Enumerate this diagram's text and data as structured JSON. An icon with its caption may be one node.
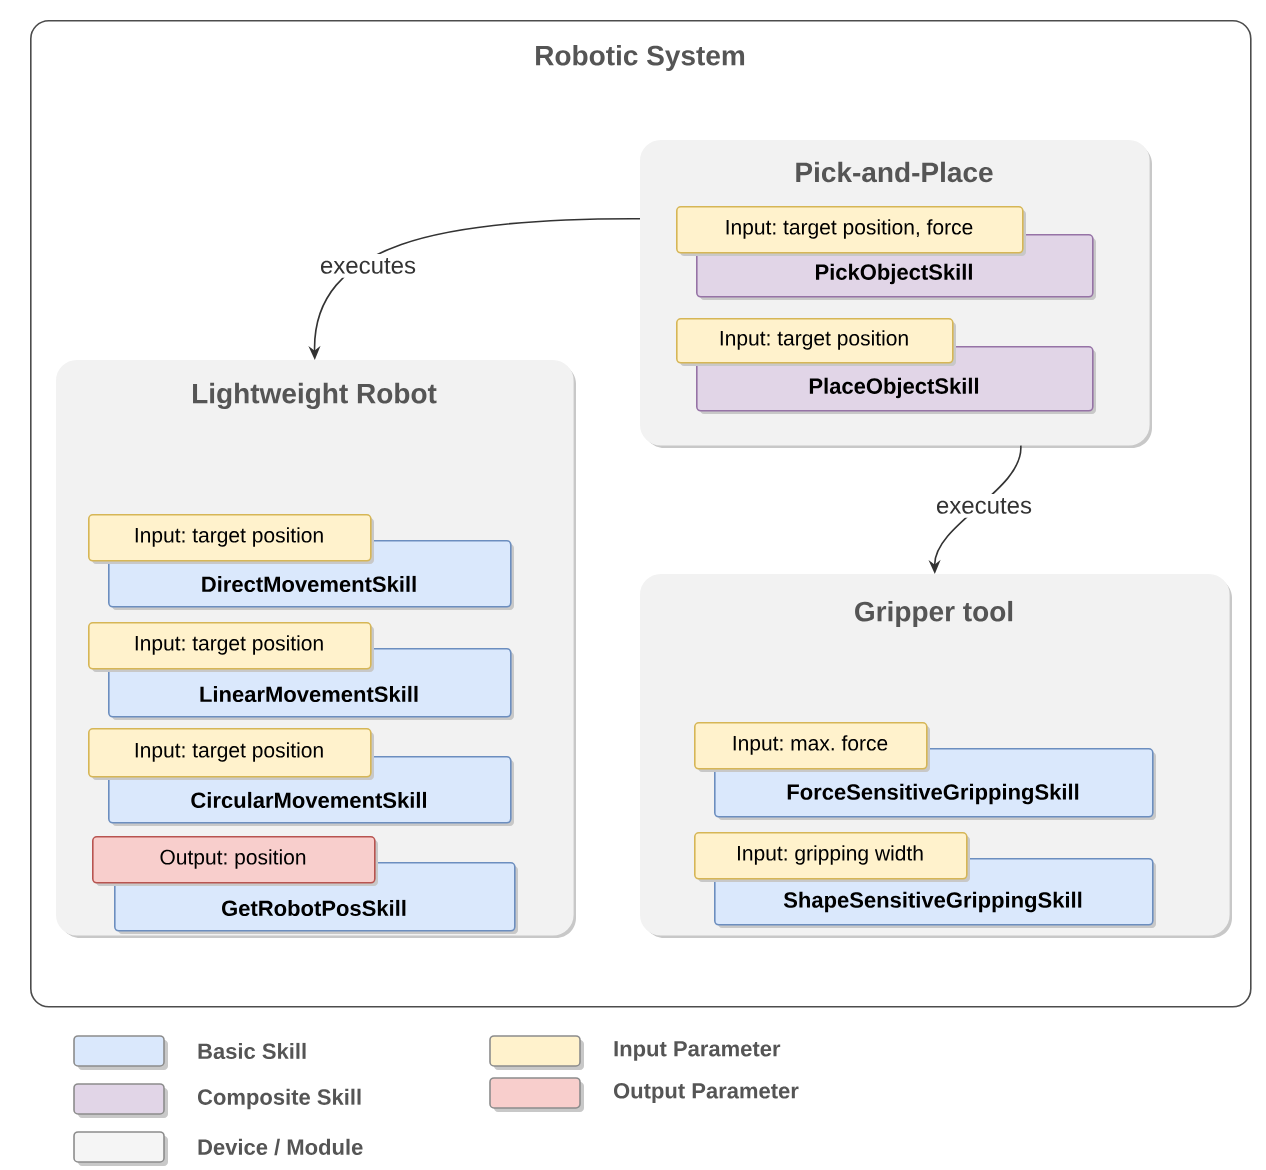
{
  "diagram": {
    "nodes": [
      {
        "text": [
          "Robotic System"
        ]
      },
      {
        "text": [
          "Pick-and-Place"
        ],
        "in": 0
      },
      {
        "text": [
          "Input: target position, force"
        ],
        "in": 1
      },
      {
        "text": [
          "PickObjectSkill"
        ],
        "in": 1
      },
      {
        "text": [
          "Input: target position"
        ],
        "in": 1
      },
      {
        "text": [
          "PlaceObjectSkill"
        ],
        "in": 1
      },
      {
        "text": [
          "Lightweight Robot"
        ],
        "in": 0
      },
      {
        "text": [
          "Input: target position"
        ],
        "in": 6
      },
      {
        "text": [
          "DirectMovementSkill"
        ],
        "in": 6
      },
      {
        "text": [
          "Input: target position"
        ],
        "in": 6
      },
      {
        "text": [
          "LinearMovementSkill"
        ],
        "in": 6
      },
      {
        "text": [
          "Input: target position"
        ],
        "in": 6
      },
      {
        "text": [
          "CircularMovementSkill"
        ],
        "in": 6
      },
      {
        "text": [
          "Output: position"
        ],
        "in": 6
      },
      {
        "text": [
          "GetRobotPosSkill"
        ],
        "in": 6
      },
      {
        "text": [
          "Gripper tool"
        ],
        "in": 0
      },
      {
        "text": [
          "Input: max. force"
        ],
        "in": 15
      },
      {
        "text": [
          "ForceSensitiveGrippingSkill"
        ],
        "in": 15
      },
      {
        "text": [
          "Input: gripping width"
        ],
        "in": 15
      },
      {
        "text": [
          "ShapeSensitiveGrippingSkill"
        ],
        "in": 15
      }
    ],
    "edges": [
      {
        "from": 1,
        "to": 6,
        "arrow": "to",
        "label": "executes"
      },
      {
        "from": 1,
        "to": 15,
        "arrow": "to",
        "label": "executes"
      }
    ],
    "legend": [
      {
        "text": "Basic Skill",
        "color": "#dae8fc"
      },
      {
        "text": "Input Parameter",
        "color": "#fff2cc"
      },
      {
        "text": "Composite Skill",
        "color": "#e1d5e7"
      },
      {
        "text": "Output Parameter",
        "color": "#f8cecc"
      },
      {
        "text": "Device / Module",
        "color": "#f5f5f5"
      }
    ]
  }
}
